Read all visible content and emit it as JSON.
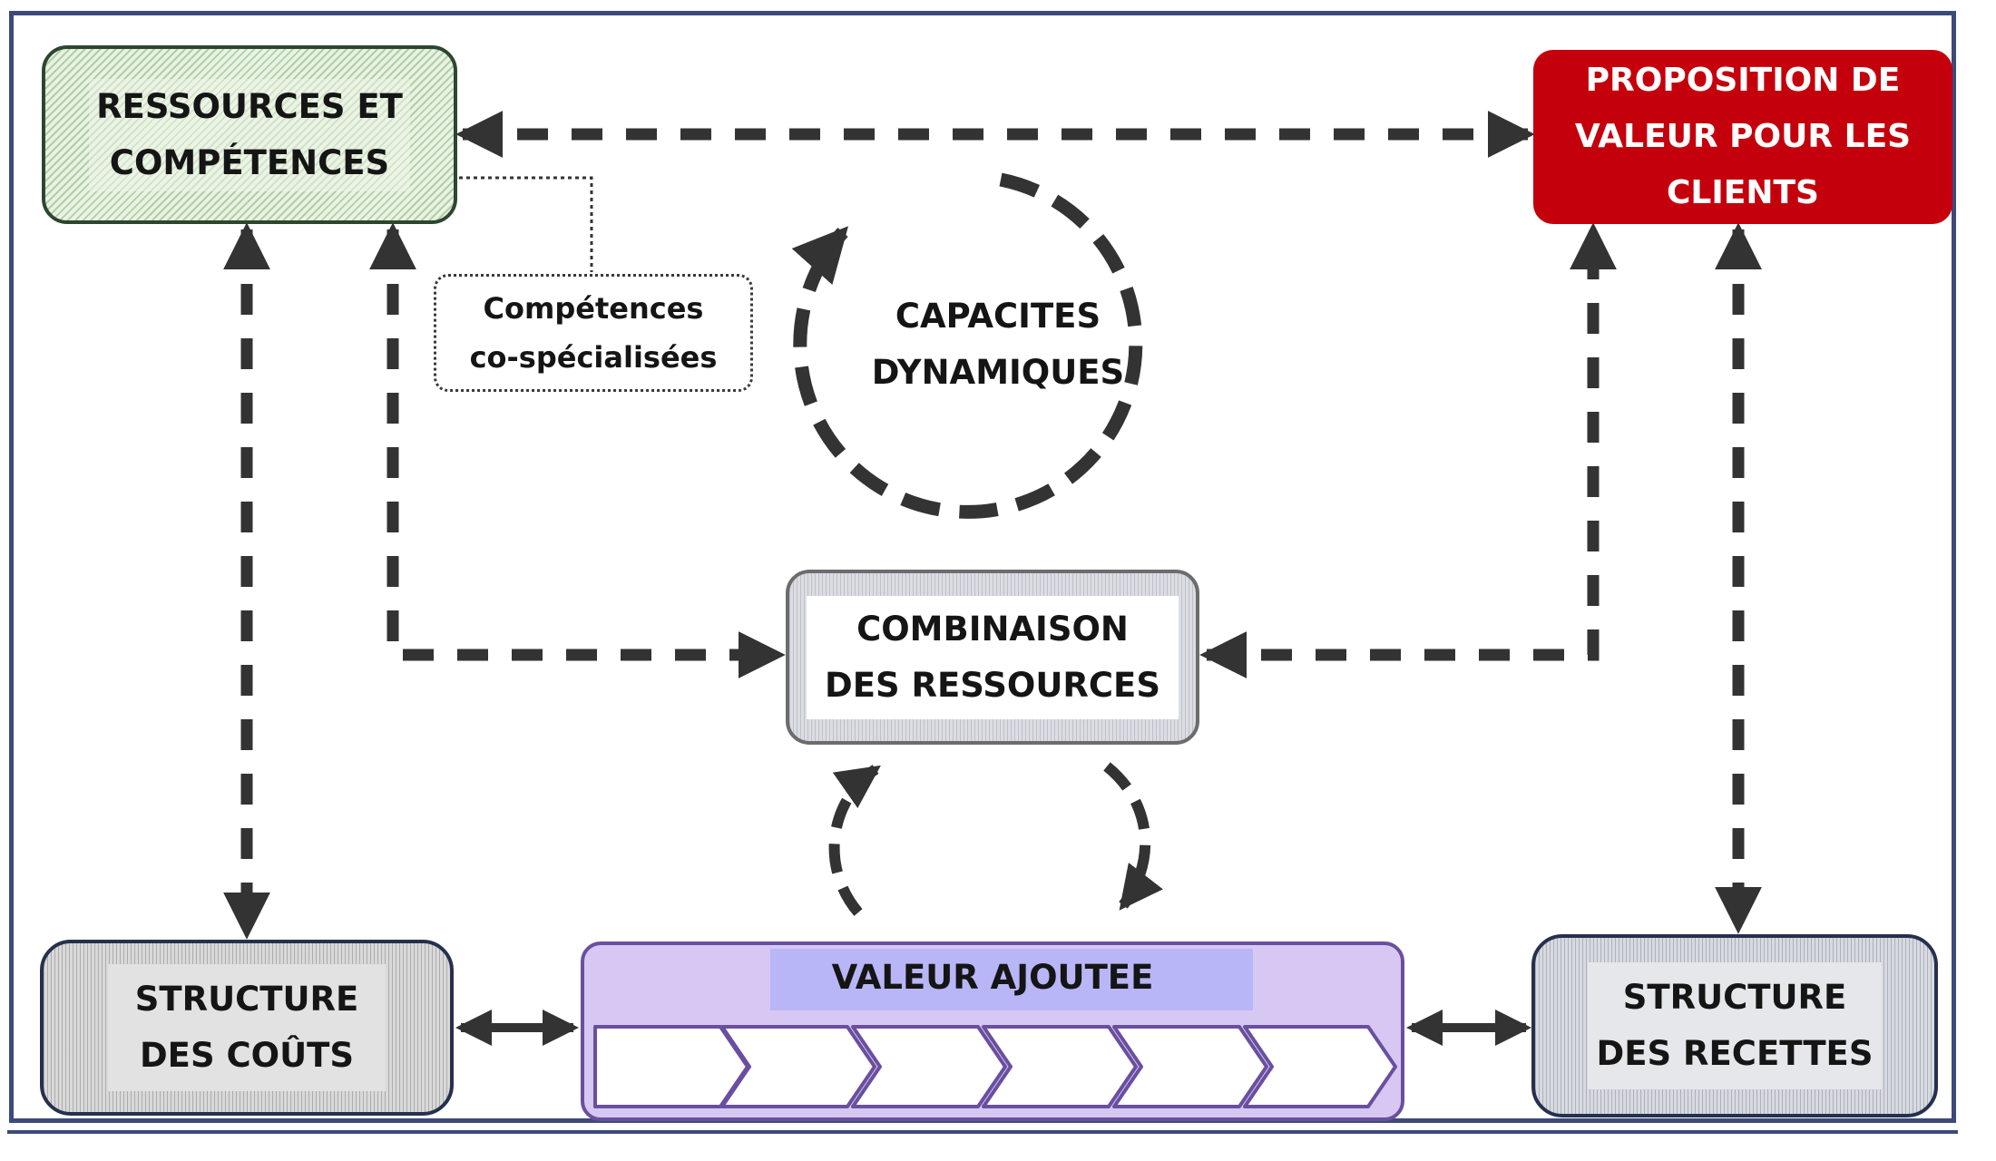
{
  "nodes": {
    "ressources": [
      "RESSOURCES ET",
      "COMPÉTENCES"
    ],
    "proposition": [
      "PROPOSITION DE",
      "VALEUR POUR LES",
      "CLIENTS"
    ],
    "specialisees": [
      "Compétences",
      "co-spécialisées"
    ],
    "capacites": [
      "CAPACITES",
      "DYNAMIQUES"
    ],
    "combinaison": [
      "COMBINAISON",
      "DES RESSOURCES"
    ],
    "valeur_ajoutee": "VALEUR AJOUTEE",
    "couts": [
      "STRUCTURE",
      "DES COÛTS"
    ],
    "recettes": [
      "STRUCTURE",
      "DES RECETTES"
    ]
  },
  "colors": {
    "proposition_fill": "#c4000c",
    "ressources_fill": "#e9f3e3",
    "valeur_fill": "#d6c8f2",
    "frame": "#3c4a7a",
    "arrow": "#333333"
  },
  "edges": [
    {
      "from": "ressources",
      "to": "proposition",
      "style": "dashed",
      "direction": "both"
    },
    {
      "from": "ressources",
      "to": "couts",
      "style": "dashed",
      "direction": "both"
    },
    {
      "from": "ressources",
      "to": "combinaison",
      "style": "dashed",
      "direction": "both"
    },
    {
      "from": "proposition",
      "to": "combinaison",
      "style": "dashed",
      "direction": "both"
    },
    {
      "from": "proposition",
      "to": "recettes",
      "style": "dashed",
      "direction": "both"
    },
    {
      "from": "couts",
      "to": "valeur_ajoutee",
      "style": "solid",
      "direction": "both"
    },
    {
      "from": "valeur_ajoutee",
      "to": "recettes",
      "style": "solid",
      "direction": "both"
    },
    {
      "from": "combinaison",
      "to": "valeur_ajoutee",
      "style": "dashed-cycle",
      "direction": "cycle"
    },
    {
      "from": "capacites",
      "to": "capacites",
      "style": "dashed-cycle",
      "direction": "cycle"
    },
    {
      "from": "ressources",
      "to": "specialisees",
      "style": "dotted",
      "direction": "none"
    }
  ]
}
